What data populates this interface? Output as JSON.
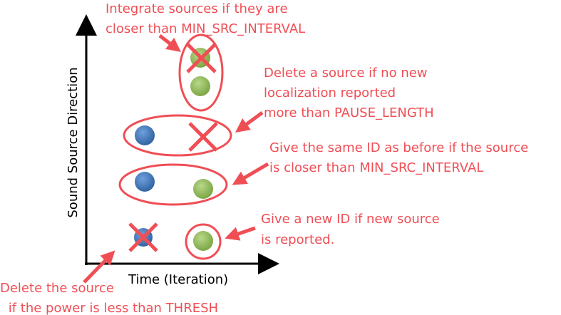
{
  "axes": {
    "y_label": "Sound Source Direction",
    "x_label": "Time (Iteration)"
  },
  "annotations": {
    "integrate": [
      "Integrate sources if they are",
      "closer than MIN_SRC_INTERVAL"
    ],
    "delete_pause": [
      "Delete a source if no new",
      "localization reported",
      "more than PAUSE_LENGTH"
    ],
    "same_id": [
      "Give the same ID as before if the source",
      "is closer than MIN_SRC_INTERVAL"
    ],
    "new_id": [
      "Give a new ID if new source",
      "is reported."
    ],
    "delete_thresh": [
      "Delete the source",
      " if the power is less than THRESH"
    ]
  },
  "colors": {
    "annotation": "#f04e55",
    "source_green": "#8fbb55",
    "source_blue": "#3d78c0"
  }
}
